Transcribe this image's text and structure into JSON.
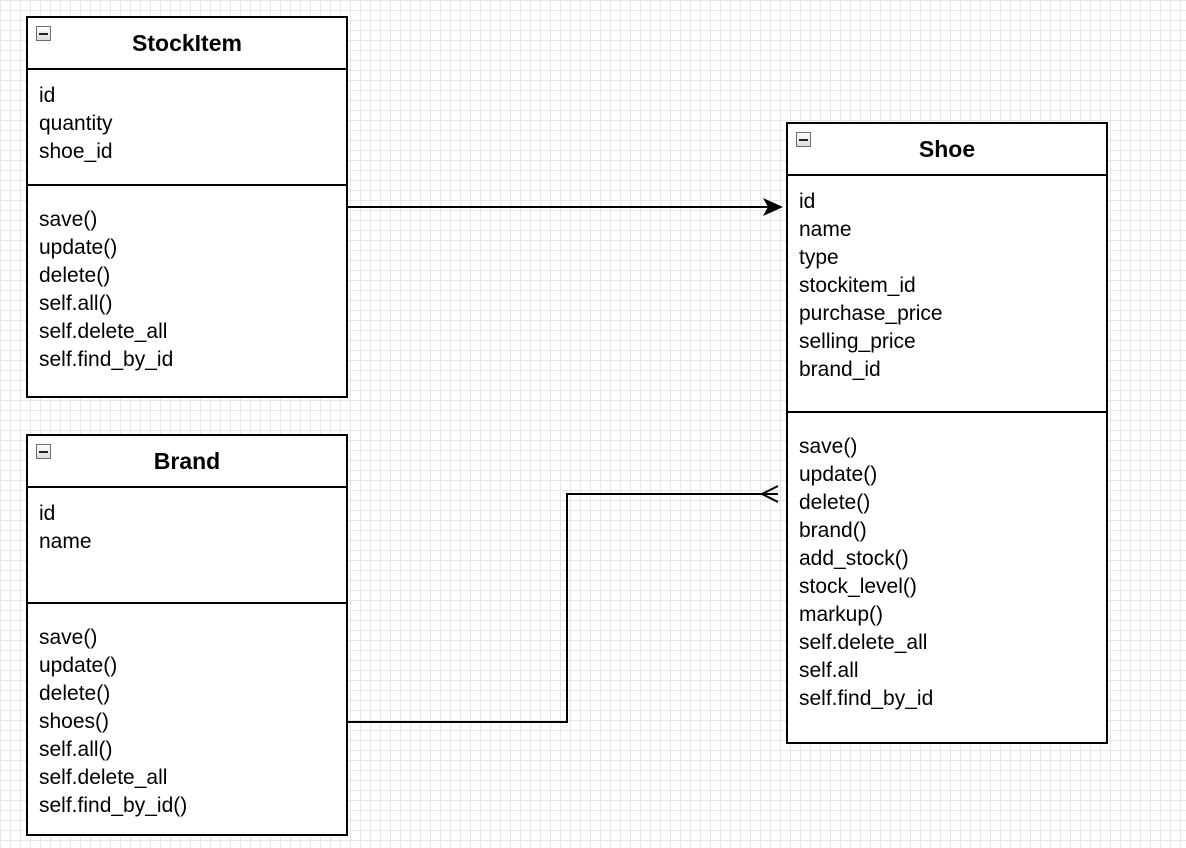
{
  "diagram": {
    "classes": {
      "stockitem": {
        "name": "StockItem",
        "attributes": [
          "id",
          "quantity",
          "shoe_id"
        ],
        "methods": [
          "save()",
          "update()",
          "delete()",
          "self.all()",
          "self.delete_all",
          "self.find_by_id"
        ]
      },
      "brand": {
        "name": "Brand",
        "attributes": [
          "id",
          "name"
        ],
        "methods": [
          "save()",
          "update()",
          "delete()",
          "shoes()",
          "self.all()",
          "self.delete_all",
          "self.find_by_id()"
        ]
      },
      "shoe": {
        "name": "Shoe",
        "attributes": [
          "id",
          "name",
          "type",
          "stockitem_id",
          "purchase_price",
          "selling_price",
          "brand_id"
        ],
        "methods": [
          "save()",
          "update()",
          "delete()",
          "brand()",
          "add_stock()",
          "stock_level()",
          "markup()",
          "self.delete_all",
          "self.all",
          "self.find_by_id"
        ]
      }
    },
    "relationships": [
      {
        "from": "StockItem",
        "to": "Shoe",
        "end": "arrow"
      },
      {
        "from": "Brand",
        "to": "Shoe",
        "end": "crows-foot"
      }
    ],
    "colors": {
      "line": "#000000",
      "grid": "#e6e6e6",
      "background": "#ffffff"
    },
    "icons": {
      "collapse": "collapse-icon"
    }
  }
}
